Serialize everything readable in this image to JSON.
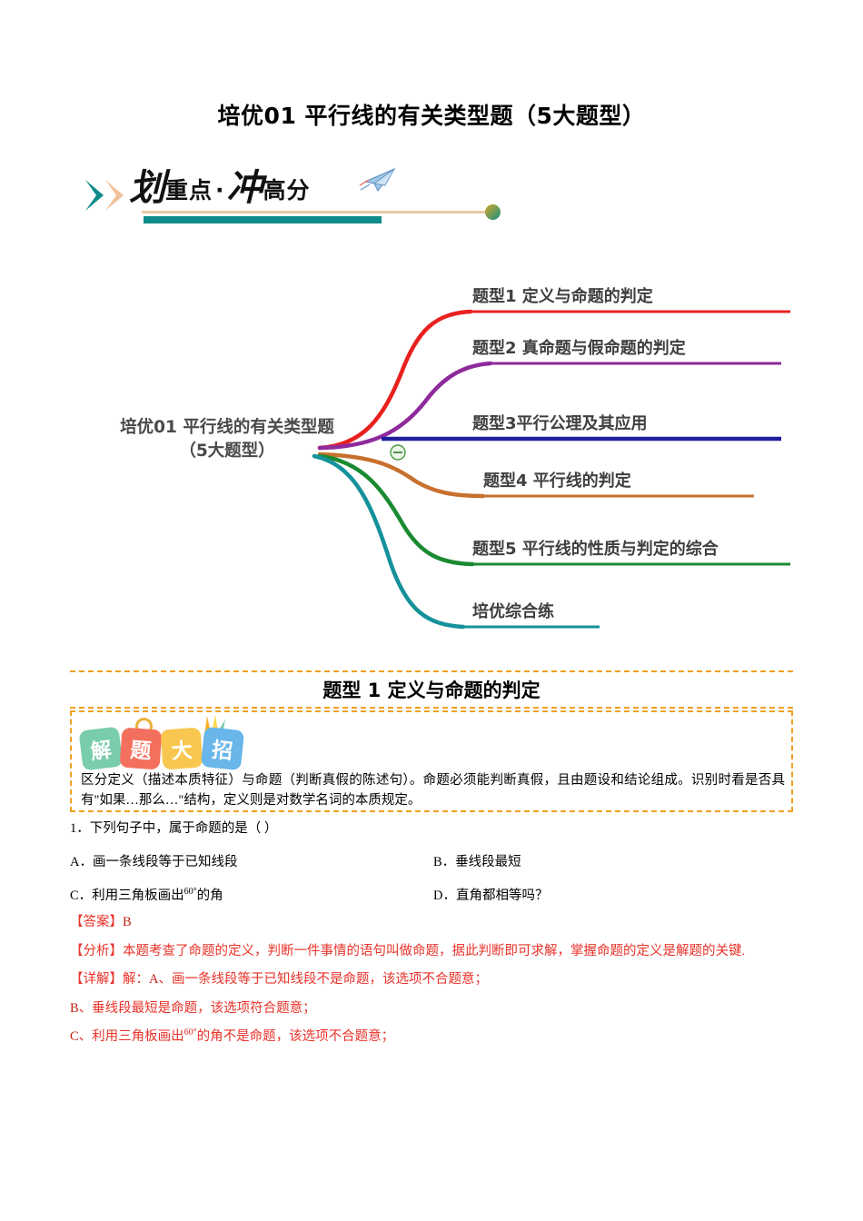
{
  "document": {
    "title": "培优01  平行线的有关类型题（5大题型）"
  },
  "banner": {
    "word_big_1": "划",
    "word_small_1": "重点",
    "dot": "·",
    "word_big_2": "冲",
    "word_small_2": "高分",
    "plane_icon": "paper-plane-icon",
    "colors": {
      "teal": "#0e8c8c",
      "peach": "#f2c19a",
      "tan_line": "#e8c9a6"
    }
  },
  "mindmap": {
    "center": {
      "line1": "培优01  平行线的有关类型题",
      "line2": "（5大题型）"
    },
    "collapse_icon": "minus-circle-icon",
    "branches": [
      {
        "label": "题型1  定义与命题的判定",
        "color": "#e8211f"
      },
      {
        "label": "题型2 真命题与假命题的判定",
        "color": "#8e2a9b"
      },
      {
        "label": "题型3平行公理及其应用",
        "color": "#211f9b"
      },
      {
        "label": "题型4 平行线的判定",
        "color": "#c8702e"
      },
      {
        "label": "题型5 平行线的性质与判定的综合",
        "color": "#1a8a31"
      },
      {
        "label": "培优综合练",
        "color": "#14919b"
      }
    ]
  },
  "section": {
    "header": "题型 1   定义与命题的判定",
    "badge": {
      "tiles": [
        "解",
        "题",
        "大",
        "招"
      ],
      "colors": [
        "#79ccac",
        "#f4705e",
        "#f9c74f",
        "#68b6ea"
      ]
    },
    "tip": "区分定义（描述本质特征）与命题（判断真假的陈述句）。命题必须能判断真假，且由题设和结论组成。识别时看是否具有\"如果…那么…\"结构，定义则是对数学名词的本质规定。"
  },
  "question": {
    "stem": "1．下列句子中，属于命题的是（    ）",
    "options": [
      {
        "letter": "A．",
        "text": "画一条线段等于已知线段"
      },
      {
        "letter": "B．",
        "text": "垂线段最短"
      },
      {
        "letter": "C．",
        "text": "利用三角板画出",
        "sup": "60°",
        "tail": "的角"
      },
      {
        "letter": "D．",
        "text": "直角都相等吗？"
      }
    ]
  },
  "answer": {
    "answer_label": "【答案】",
    "answer_value": "B",
    "analysis_label": "【分析】",
    "analysis_text": "本题考查了命题的定义，判断一件事情的语句叫做命题，据此判断即可求解，掌握命题的定义是解题的关键.",
    "detail_label": "【详解】",
    "detail_intro": "解：",
    "solutions": [
      {
        "letter": "A",
        "sep": "、",
        "text": "画一条线段等于已知线段不是命题，该选项不合题意；"
      },
      {
        "letter": "B",
        "sep": "、",
        "text": "垂线段最短是命题，该选项符合题意；"
      },
      {
        "letter": "C",
        "sep": "、",
        "pre": "利用三角板画出",
        "sup": "60°",
        "text": "的角不是命题，该选项不合题意；"
      }
    ]
  },
  "colors": {
    "accent_orange": "#f0a020",
    "answer_red": "#e8332a"
  }
}
